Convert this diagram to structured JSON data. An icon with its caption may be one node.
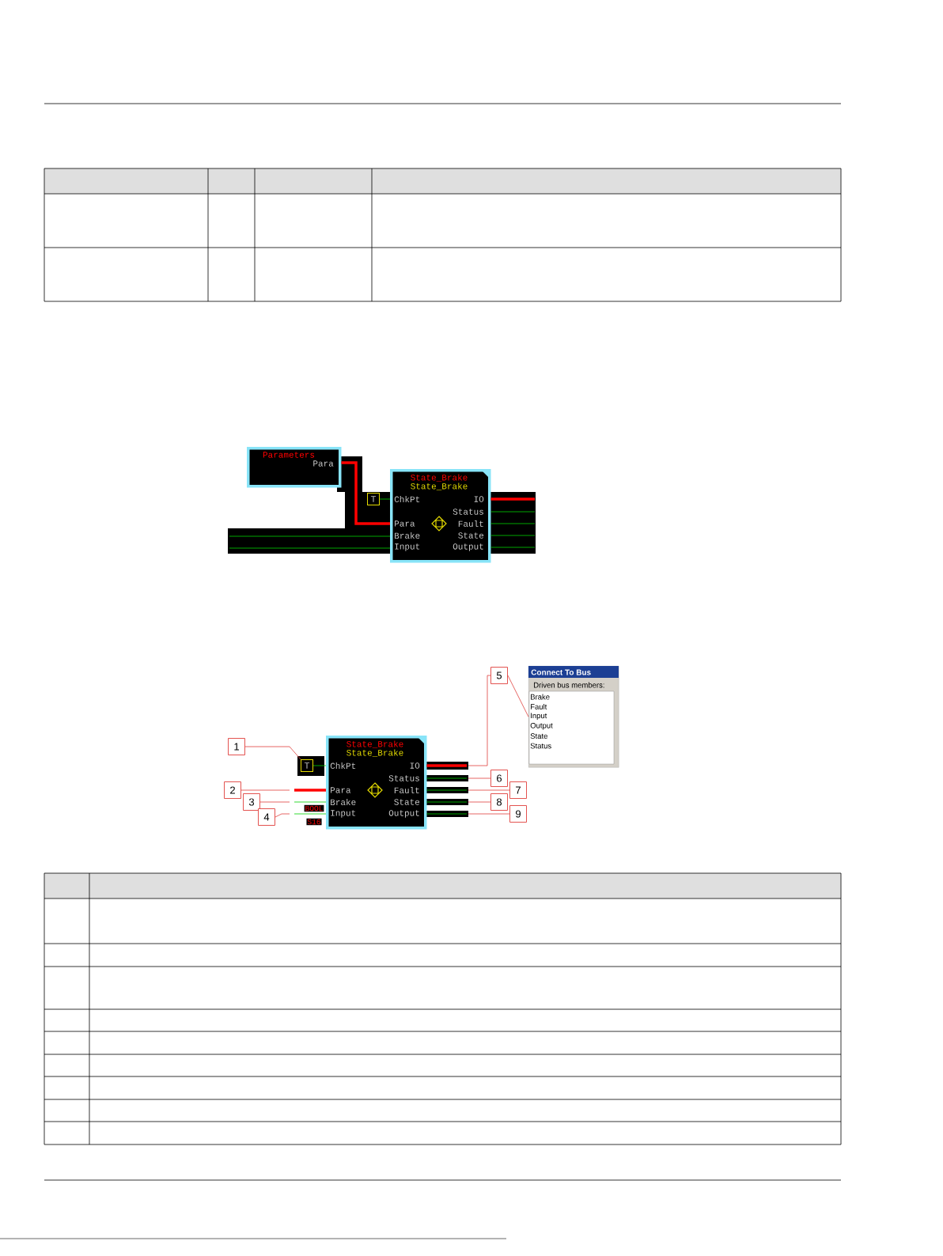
{
  "diagram": {
    "nodes": [
      {
        "text": [
          "Parameters",
          "Para"
        ]
      },
      {
        "text": [
          "State_Brake",
          "State_Brake",
          "ChkPt",
          "Para",
          "Brake",
          "Input",
          "IO",
          "Status",
          "Fault",
          "State",
          "Output"
        ]
      },
      {
        "text": [
          "T"
        ]
      },
      {
        "text": [
          "T"
        ]
      },
      {
        "text": [
          "State_Brake",
          "State_Brake",
          "ChkPt",
          "Para",
          "Brake",
          "Input",
          "IO",
          "Status",
          "Fault",
          "State",
          "Output"
        ]
      },
      {
        "text": [
          "Connect To Bus",
          "Driven bus members:",
          "Brake",
          "Fault",
          "Input",
          "Output",
          "State",
          "Status"
        ]
      },
      {
        "text": [
          "1"
        ]
      },
      {
        "text": [
          "2"
        ]
      },
      {
        "text": [
          "3"
        ]
      },
      {
        "text": [
          "4"
        ]
      },
      {
        "text": [
          "5"
        ]
      },
      {
        "text": [
          "6"
        ]
      },
      {
        "text": [
          "7"
        ]
      },
      {
        "text": [
          "8"
        ]
      },
      {
        "text": [
          "9"
        ]
      }
    ],
    "edges": [
      {
        "from": 0,
        "to": 1,
        "arrow": "none",
        "style": "thick",
        "color": "#ff0000"
      },
      {
        "from": 2,
        "to": 1,
        "arrow": "none"
      },
      {
        "from": null,
        "to": 1,
        "arrow": "none"
      },
      {
        "from": null,
        "to": 1,
        "arrow": "none"
      },
      {
        "from": 1,
        "to": null,
        "arrow": "none",
        "style": "thick",
        "color": "#ff0000"
      },
      {
        "from": 1,
        "to": null,
        "arrow": "none"
      },
      {
        "from": 1,
        "to": null,
        "arrow": "none"
      },
      {
        "from": 1,
        "to": null,
        "arrow": "none"
      },
      {
        "from": 1,
        "to": null,
        "arrow": "none"
      },
      {
        "from": 3,
        "to": 4,
        "arrow": "none"
      },
      {
        "from": null,
        "to": 4,
        "arrow": "none",
        "style": "thick",
        "color": "#ff0000"
      },
      {
        "from": null,
        "to": 4,
        "arrow": "none"
      },
      {
        "from": null,
        "to": 4,
        "arrow": "none"
      },
      {
        "from": 4,
        "to": null,
        "arrow": "none",
        "style": "thick",
        "color": "#ff0000"
      },
      {
        "from": 4,
        "to": null,
        "arrow": "none"
      },
      {
        "from": 4,
        "to": null,
        "arrow": "none"
      },
      {
        "from": 4,
        "to": null,
        "arrow": "none"
      },
      {
        "from": 4,
        "to": null,
        "arrow": "none"
      },
      {
        "from": 6,
        "to": 3,
        "arrow": "none",
        "color": "#e0403c"
      },
      {
        "from": 7,
        "to": null,
        "arrow": "none",
        "color": "#e0403c"
      },
      {
        "from": 8,
        "to": null,
        "arrow": "none",
        "color": "#e0403c"
      },
      {
        "from": 9,
        "to": null,
        "arrow": "none",
        "color": "#e0403c"
      },
      {
        "from": 10,
        "to": null,
        "arrow": "none",
        "color": "#e0403c"
      },
      {
        "from": 10,
        "to": 5,
        "arrow": "none",
        "color": "#e0403c"
      },
      {
        "from": 11,
        "to": null,
        "arrow": "none",
        "color": "#e0403c"
      },
      {
        "from": 12,
        "to": null,
        "arrow": "none",
        "color": "#e0403c"
      },
      {
        "from": 13,
        "to": null,
        "arrow": "none",
        "color": "#e0403c"
      },
      {
        "from": 14,
        "to": null,
        "arrow": "none",
        "color": "#e0403c"
      }
    ],
    "labels": [
      "BOOL",
      "S16"
    ]
  }
}
